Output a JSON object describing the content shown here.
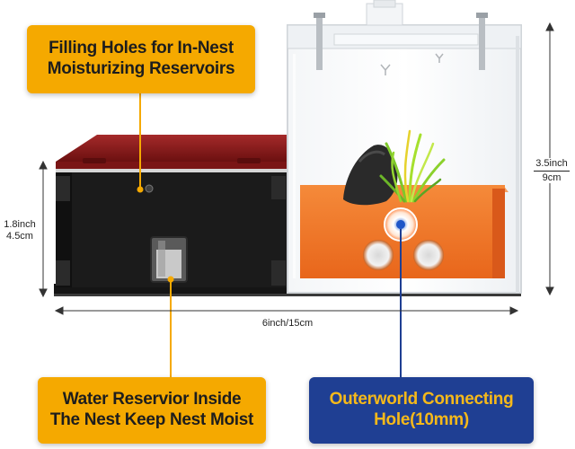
{
  "callouts": {
    "top": {
      "line1": "Filling Holes for In-Nest",
      "line2": "Moisturizing Reservoirs"
    },
    "bottom_left": {
      "line1": "Water Reservior Inside",
      "line2": "The Nest Keep Nest Moist"
    },
    "bottom_right": {
      "line1": "Outerworld Connecting",
      "line2": "Hole(10mm)"
    }
  },
  "dimensions": {
    "left_height_in": "1.8inch",
    "left_height_cm": "4.5cm",
    "right_height_in": "3.5inch",
    "right_height_cm": "9cm",
    "width": "6inch/15cm"
  },
  "colors": {
    "callout_yellow": "#f5a900",
    "callout_blue": "#1f3f93",
    "callout_blue_text": "#f6b91a",
    "lid_red": "#8b1a1a",
    "sand_orange": "#f07a2a",
    "frame_black": "#1b1b1b"
  }
}
